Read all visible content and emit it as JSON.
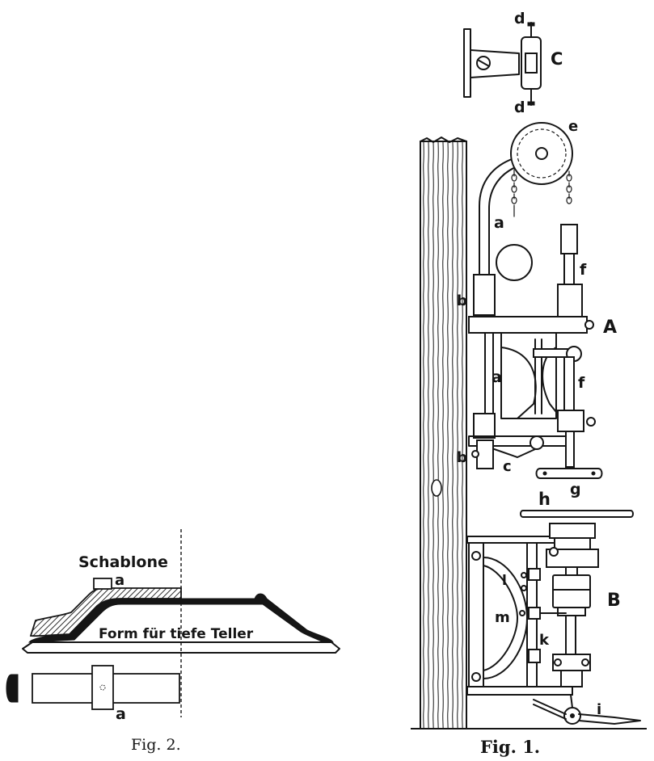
{
  "figures": [
    {
      "caption": "Fig. 2.",
      "title_label": "Schablone",
      "body_label": "Form für tiefe Teller",
      "part_labels": [
        "a",
        "a"
      ]
    },
    {
      "caption": "Fig. 1.",
      "part_labels": {
        "A": "A",
        "B": "B",
        "C": "C",
        "a_upper": "a",
        "a_lower": "a",
        "b_upper": "b",
        "b_lower": "b",
        "c": "c",
        "d_top": "d",
        "d_bottom": "d",
        "e": "e",
        "f_upper": "f",
        "f_lower": "f",
        "g": "g",
        "h": "h",
        "i": "i",
        "k": "k",
        "l": "l",
        "m": "m"
      }
    }
  ],
  "colors": {
    "ink": "#151515",
    "paper": "#ffffff"
  }
}
